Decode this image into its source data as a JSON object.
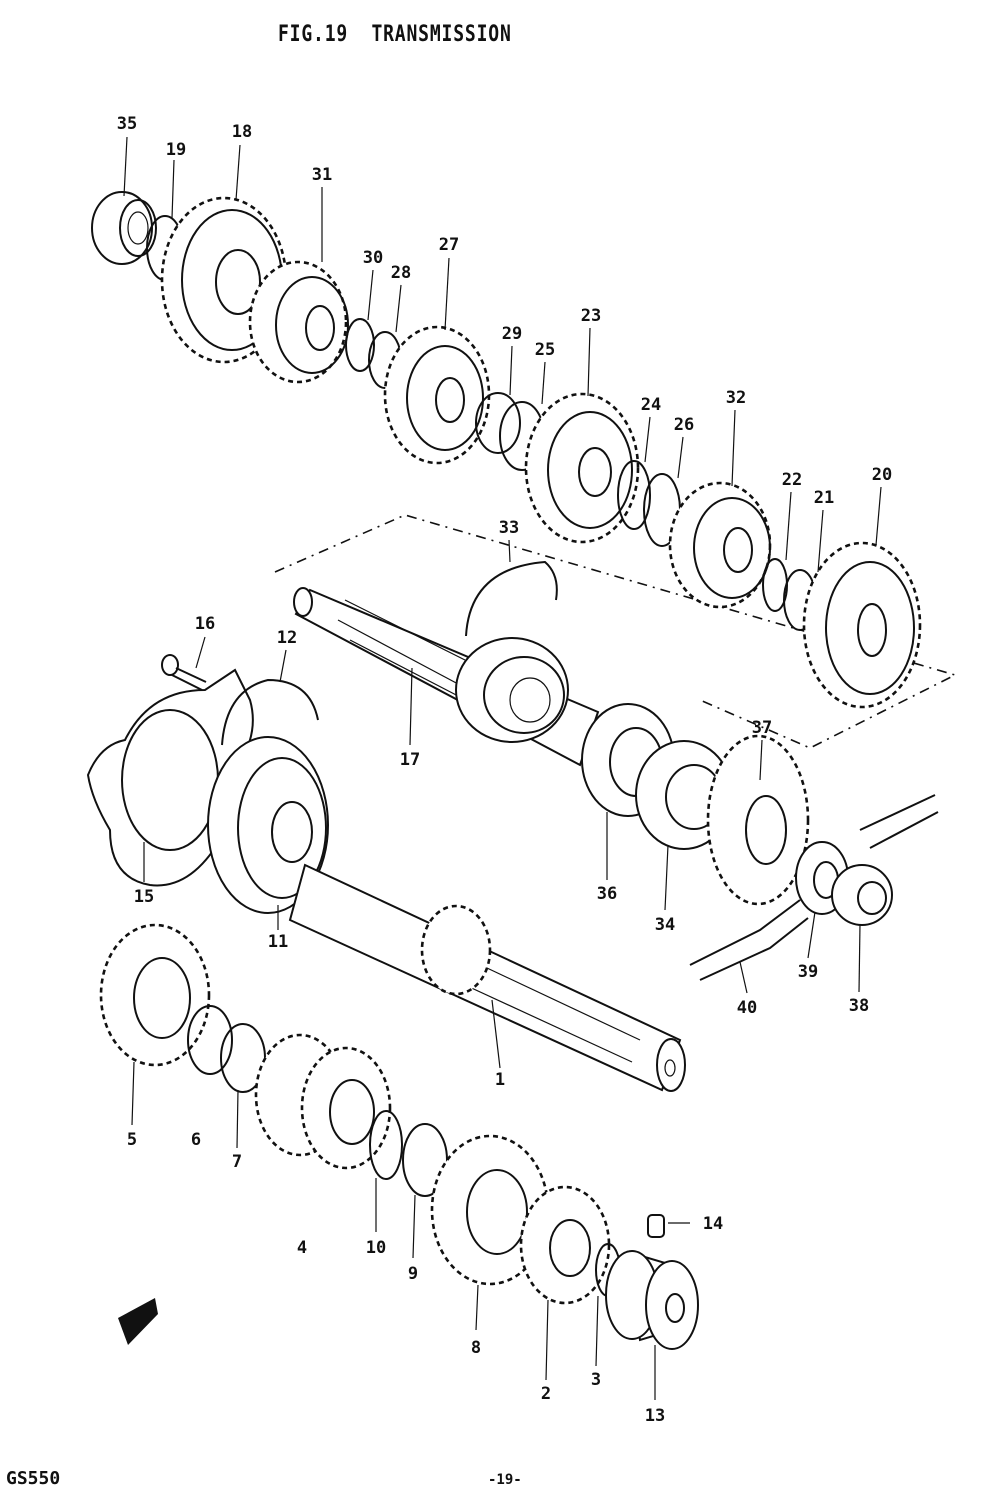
{
  "header": {
    "title": "FIG.19  TRANSMISSION"
  },
  "footer": {
    "model": "GS550",
    "page": "-19-"
  },
  "callouts": {
    "c1": "1",
    "c2": "2",
    "c3": "3",
    "c4": "4",
    "c5": "5",
    "c6": "6",
    "c7": "7",
    "c8": "8",
    "c9": "9",
    "c10": "10",
    "c11": "11",
    "c12": "12",
    "c13": "13",
    "c14": "14",
    "c15": "15",
    "c16": "16",
    "c17": "17",
    "c18": "18",
    "c19": "19",
    "c20": "20",
    "c21": "21",
    "c22": "22",
    "c23": "23",
    "c24": "24",
    "c25": "25",
    "c26": "26",
    "c27": "27",
    "c28": "28",
    "c29": "29",
    "c30": "30",
    "c31": "31",
    "c32": "32",
    "c33": "33",
    "c34": "34",
    "c35": "35",
    "c36": "36",
    "c37": "37",
    "c38": "38",
    "c39": "39",
    "c40": "40"
  }
}
